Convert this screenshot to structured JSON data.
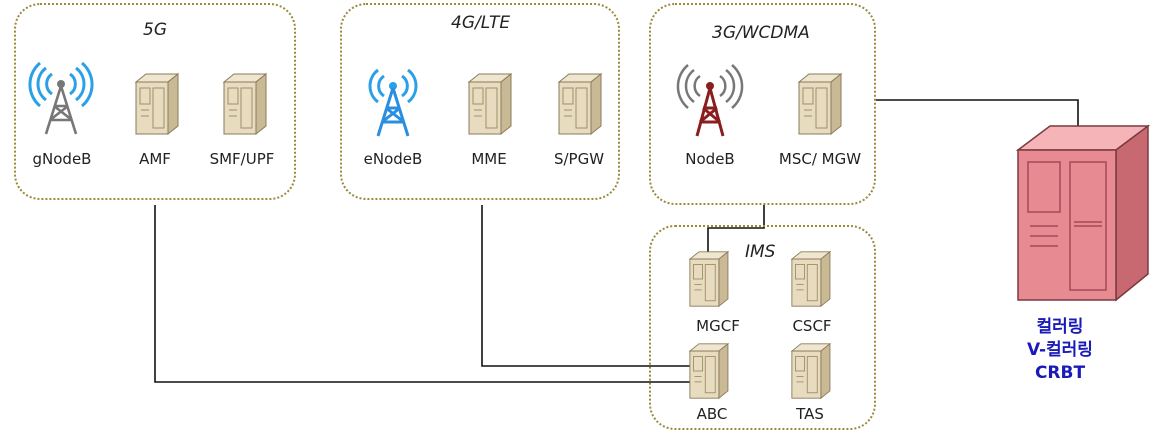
{
  "groups": {
    "g5": {
      "title": "5G"
    },
    "g4": {
      "title": "4G/LTE"
    },
    "g3": {
      "title": "3G/WCDMA"
    },
    "ims": {
      "title": "IMS"
    }
  },
  "nodes": {
    "gnodeb": "gNodeB",
    "amf": "AMF",
    "smfupf": "SMF/UPF",
    "enodeb": "eNodeB",
    "mme": "MME",
    "spgw": "S/PGW",
    "nodeb": "NodeB",
    "mscmgw": "MSC/ MGW",
    "mgcf": "MGCF",
    "cscf": "CSCF",
    "abc": "ABC",
    "tas": "TAS"
  },
  "crbt": {
    "line1": "컬러링",
    "line2": "V-컬러링",
    "line3": "CRBT"
  },
  "colors": {
    "border": "#9a8a3a",
    "server_body": "#e8dcc0",
    "main_server": "#e88a92",
    "label_blue": "#1a1ab8"
  }
}
